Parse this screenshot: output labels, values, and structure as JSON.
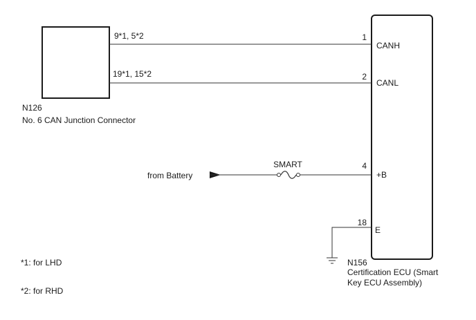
{
  "junction_connector": {
    "code": "N126",
    "name": "No. 6 CAN Junction Connector"
  },
  "ecu": {
    "code": "N156",
    "name_line1": "Certification ECU (Smart",
    "name_line2": "Key ECU Assembly)"
  },
  "wires": {
    "canh": {
      "source_pins": "9*1, 5*2",
      "ecu_pin": "1",
      "signal": "CANH"
    },
    "canl": {
      "source_pins": "19*1, 15*2",
      "ecu_pin": "2",
      "signal": "CANL"
    },
    "power": {
      "source": "from Battery",
      "fuse": "SMART",
      "ecu_pin": "4",
      "signal": "+B"
    },
    "ground": {
      "ecu_pin": "18",
      "signal": "E"
    }
  },
  "notes": [
    "*1: for LHD",
    "*2: for RHD"
  ]
}
